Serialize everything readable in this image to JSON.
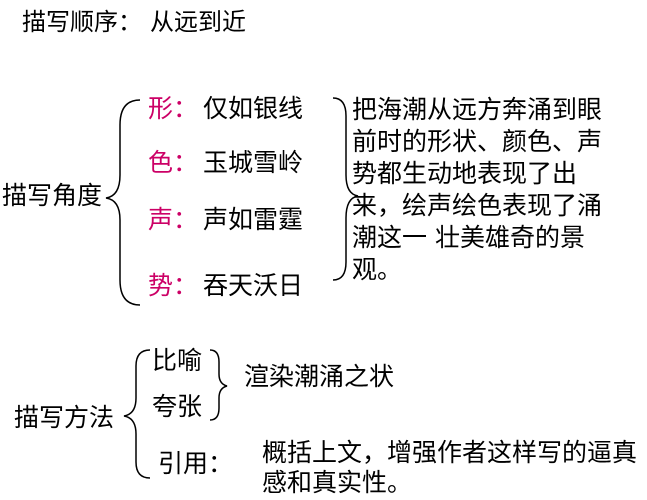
{
  "header": {
    "label": "描写顺序：",
    "value": "从远到近"
  },
  "angle": {
    "title": "描写角度",
    "items": [
      {
        "key": "形：",
        "value": "仅如银线"
      },
      {
        "key": "色：",
        "value": "玉城雪岭"
      },
      {
        "key": "声：",
        "value": "声如雷霆"
      },
      {
        "key": "势：",
        "value": "吞天沃日"
      }
    ],
    "summary": "把海潮从远方奔涌到眼前时的形状、颜色、声势都生动地表现了出来，绘声绘色表现了涌潮这一 壮美雄奇的景观。"
  },
  "method": {
    "title": "描写方法",
    "items": [
      {
        "label": "比喻"
      },
      {
        "label": "夸张"
      },
      {
        "label": "引用："
      }
    ],
    "rhetoric_effect": "渲染潮涌之状",
    "quote_effect": "概括上文，增强作者这样写的逼真感和真实性。"
  },
  "colors": {
    "accent": "#cc0066",
    "text": "#000000"
  }
}
